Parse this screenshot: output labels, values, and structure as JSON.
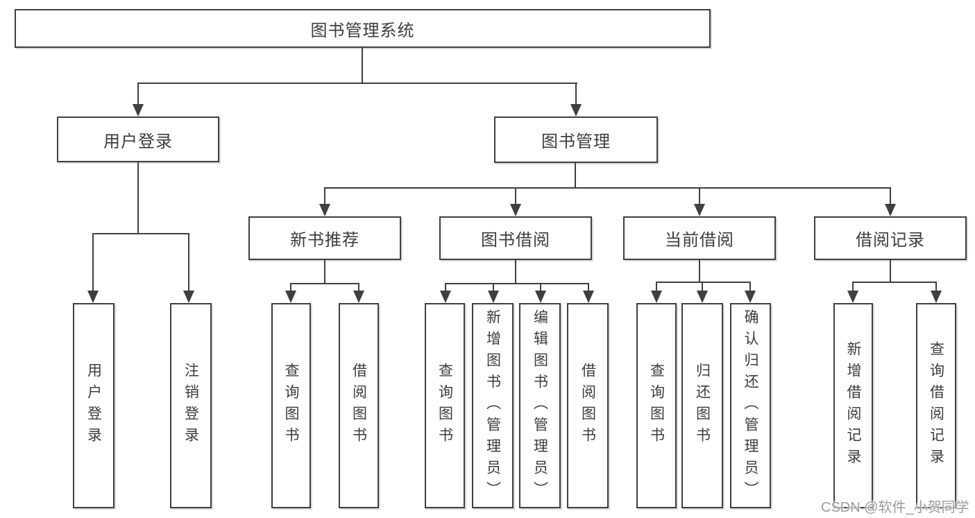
{
  "diagram": {
    "type": "hierarchy-tree",
    "root": {
      "label": "图书管理系统",
      "children": [
        {
          "label": "用户登录",
          "children": [
            {
              "label": "用户登录"
            },
            {
              "label": "注销登录"
            }
          ]
        },
        {
          "label": "图书管理",
          "children": [
            {
              "label": "新书推荐",
              "children": [
                {
                  "label": "查询图书"
                },
                {
                  "label": "借阅图书"
                }
              ]
            },
            {
              "label": "图书借阅",
              "children": [
                {
                  "label": "查询图书"
                },
                {
                  "label": "新增图书（管理员）"
                },
                {
                  "label": "编辑图书（管理员）"
                },
                {
                  "label": "借阅图书"
                }
              ]
            },
            {
              "label": "当前借阅",
              "children": [
                {
                  "label": "查询图书"
                },
                {
                  "label": "归还图书"
                },
                {
                  "label": "确认归还（管理员）"
                }
              ]
            },
            {
              "label": "借阅记录",
              "children": [
                {
                  "label": "新增借阅记录"
                },
                {
                  "label": "查询借阅记录"
                }
              ]
            }
          ]
        }
      ]
    }
  },
  "watermark": {
    "text": "CSDN @软件_小贺同学"
  },
  "colors": {
    "line": "#3f3f3f",
    "text": "#3c3c3c",
    "watermark": "#9b9b9b",
    "background": "#ffffff"
  }
}
